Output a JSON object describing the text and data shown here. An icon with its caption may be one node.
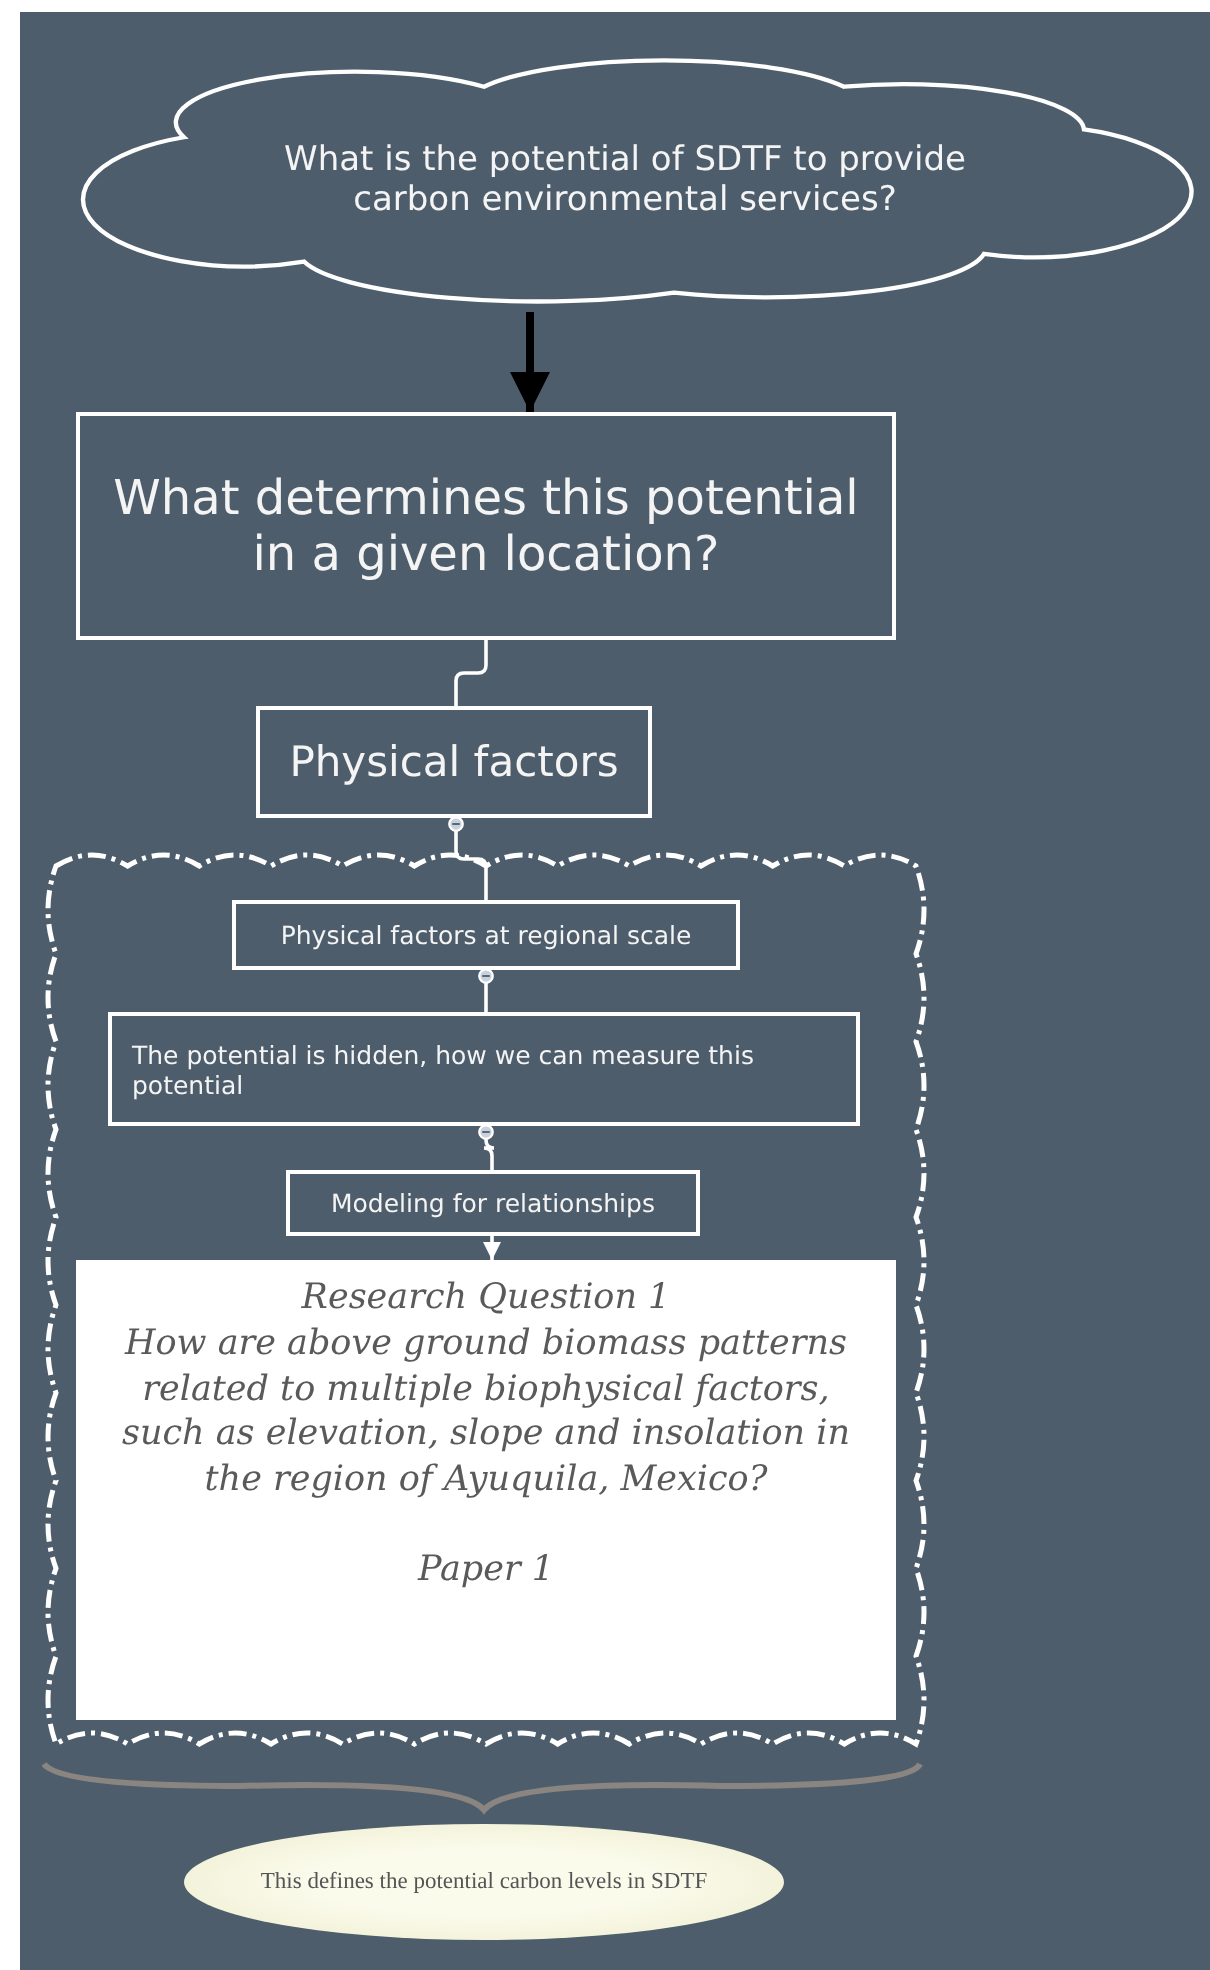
{
  "diagram": {
    "nodes": [
      {
        "text": [
          "What is the potential of SDTF to provide carbon environmental services?"
        ]
      },
      {
        "text": [
          "What determines this potential in a given location?"
        ]
      },
      {
        "text": [
          "Physical factors"
        ]
      },
      {
        "text": [],
        "shape": "box"
      },
      {
        "text": [
          "Physical factors at regional scale"
        ],
        "in": 3
      },
      {
        "text": [
          "The potential is hidden, how we can measure this potential"
        ],
        "in": 3
      },
      {
        "text": [
          "Modeling for relationships"
        ],
        "in": 3
      },
      {
        "text": [
          "Research Question  1",
          "How are above ground biomass patterns related to multiple biophysical factors, such as elevation, slope and insolation in the region of Ayuquila, Mexico?",
          "Paper 1"
        ],
        "in": 3
      },
      {
        "text": [
          "This defines the potential carbon levels in SDTF"
        ]
      }
    ],
    "edges": [
      {
        "from": 0,
        "to": 1,
        "arrow": "to",
        "style": "thick",
        "color": "#000000"
      },
      {
        "from": 1,
        "to": 2,
        "arrow": "none"
      },
      {
        "from": 2,
        "to": 4,
        "arrow": "other"
      },
      {
        "from": 4,
        "to": 5,
        "arrow": "other"
      },
      {
        "from": 5,
        "to": 6,
        "arrow": "other"
      },
      {
        "from": 6,
        "to": 7,
        "arrow": "to"
      }
    ]
  }
}
